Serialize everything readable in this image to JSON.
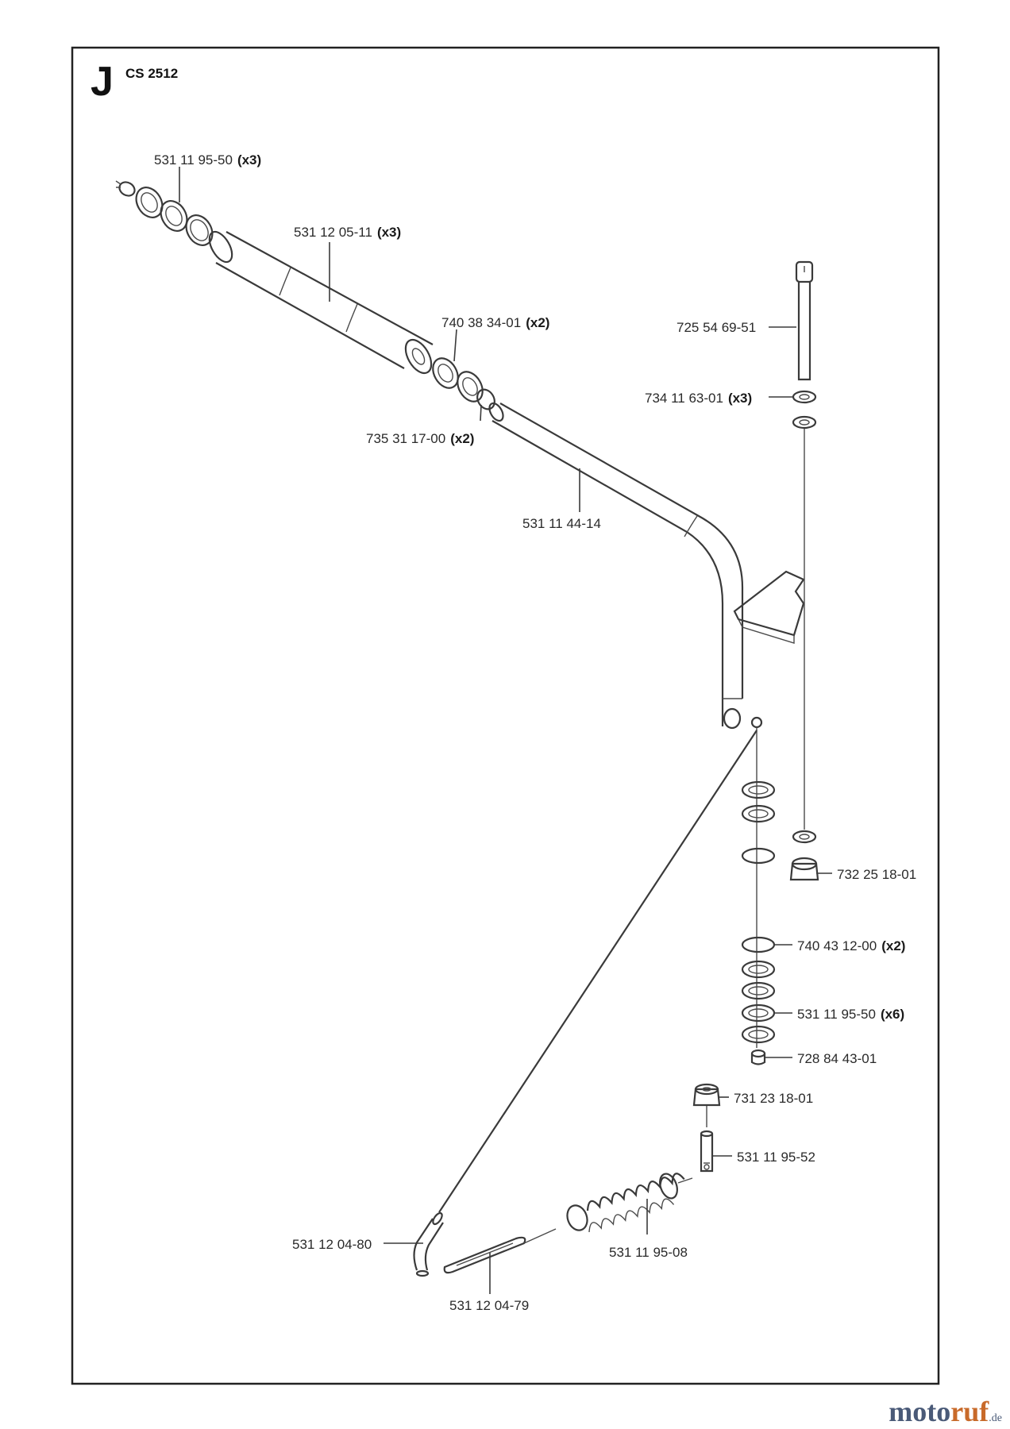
{
  "header": {
    "section_letter": "J",
    "model": "CS 2512"
  },
  "parts": [
    {
      "id": "p1",
      "number": "531 11 95-50",
      "qty": "(x3)"
    },
    {
      "id": "p2",
      "number": "531 12 05-11",
      "qty": "(x3)"
    },
    {
      "id": "p3",
      "number": "740 38 34-01",
      "qty": "(x2)"
    },
    {
      "id": "p4",
      "number": "735 31 17-00",
      "qty": "(x2)"
    },
    {
      "id": "p5",
      "number": "531 11 44-14",
      "qty": ""
    },
    {
      "id": "p6",
      "number": "725 54 69-51",
      "qty": ""
    },
    {
      "id": "p7",
      "number": "734 11 63-01",
      "qty": "(x3)"
    },
    {
      "id": "p8",
      "number": "732 25 18-01",
      "qty": ""
    },
    {
      "id": "p9",
      "number": "740 43 12-00",
      "qty": "(x2)"
    },
    {
      "id": "p10",
      "number": "531 11 95-50",
      "qty": "(x6)"
    },
    {
      "id": "p11",
      "number": "728 84 43-01",
      "qty": ""
    },
    {
      "id": "p12",
      "number": "731 23 18-01",
      "qty": ""
    },
    {
      "id": "p13",
      "number": "531 11 95-52",
      "qty": ""
    },
    {
      "id": "p14",
      "number": "531 12 04-80",
      "qty": ""
    },
    {
      "id": "p15",
      "number": "531 11 95-08",
      "qty": ""
    },
    {
      "id": "p16",
      "number": "531 12 04-79",
      "qty": ""
    }
  ],
  "watermark": {
    "part1": "moto",
    "part2": "ruf",
    "part3": ".de"
  }
}
